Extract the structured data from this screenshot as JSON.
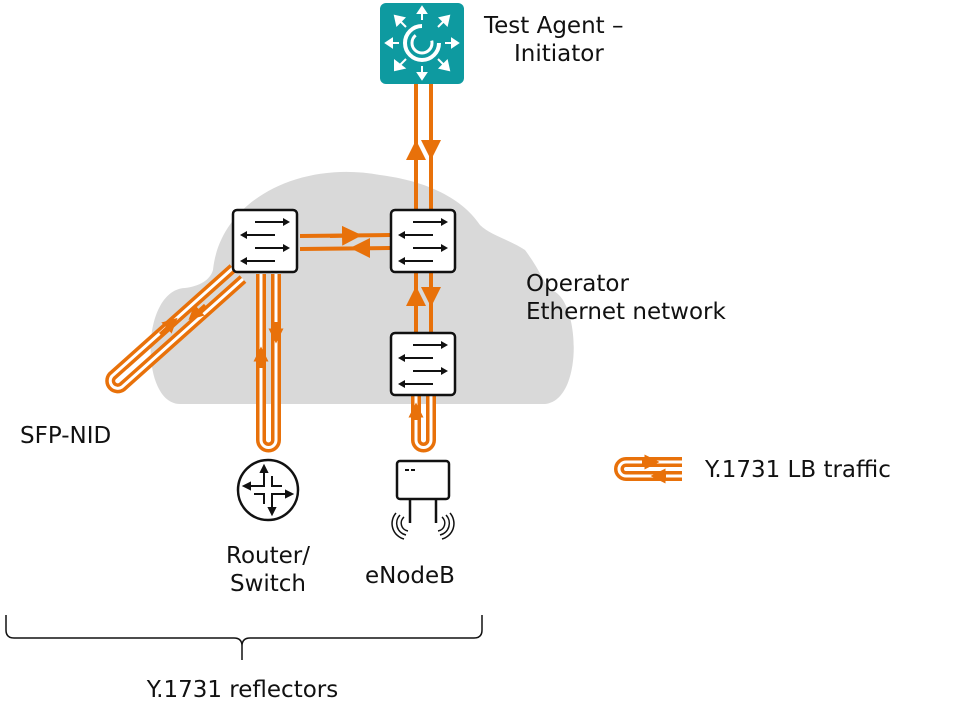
{
  "diagram": {
    "nodes": {
      "test_agent": {
        "label_line1": "Test Agent –",
        "label_line2": "Initiator",
        "icon": "test-agent-icon"
      },
      "cloud": {
        "label_line1": "Operator",
        "label_line2": "Ethernet network",
        "icon": "cloud-shape"
      },
      "switch_a": {
        "icon": "ethernet-switch-icon"
      },
      "switch_b": {
        "icon": "ethernet-switch-icon"
      },
      "switch_c": {
        "icon": "ethernet-switch-icon"
      },
      "sfp_nid": {
        "label": "SFP-NID"
      },
      "router": {
        "label_line1": "Router/",
        "label_line2": "Switch",
        "icon": "router-icon"
      },
      "enodeb": {
        "label": "eNodeB",
        "icon": "enodeb-icon"
      }
    },
    "group": {
      "label": "Y.1731 reflectors"
    },
    "legend": {
      "label": "Y.1731 LB traffic",
      "icon": "loopback-traffic-icon"
    },
    "colors": {
      "traffic": "#e8710a",
      "agent": "#0e9aa0",
      "cloud": "#d9d9d9",
      "outline": "#111111"
    }
  }
}
